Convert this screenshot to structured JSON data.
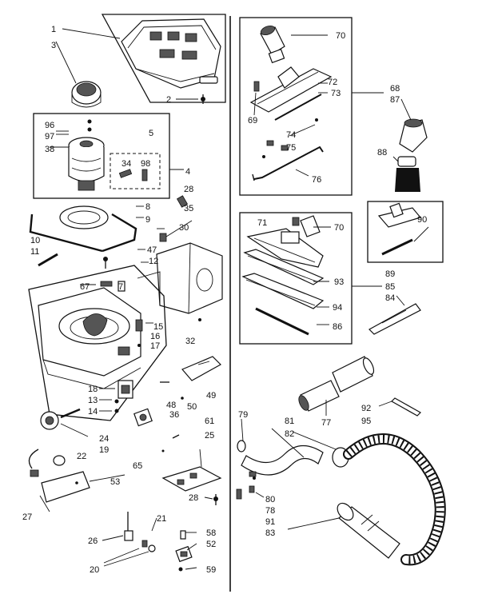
{
  "callouts": [
    {
      "id": "c1",
      "text": "1"
    },
    {
      "id": "c3",
      "text": "3"
    },
    {
      "id": "c2",
      "text": "2"
    },
    {
      "id": "c96",
      "text": "96"
    },
    {
      "id": "c97",
      "text": "97"
    },
    {
      "id": "c38",
      "text": "38"
    },
    {
      "id": "c5",
      "text": "5"
    },
    {
      "id": "c34",
      "text": "34"
    },
    {
      "id": "c98",
      "text": "98"
    },
    {
      "id": "c4",
      "text": "4"
    },
    {
      "id": "c28a",
      "text": "28"
    },
    {
      "id": "c8",
      "text": "8"
    },
    {
      "id": "c9",
      "text": "9"
    },
    {
      "id": "c35",
      "text": "35"
    },
    {
      "id": "c30",
      "text": "30"
    },
    {
      "id": "c10",
      "text": "10"
    },
    {
      "id": "c11",
      "text": "11"
    },
    {
      "id": "c47",
      "text": "47"
    },
    {
      "id": "c12",
      "text": "12"
    },
    {
      "id": "c67",
      "text": "67"
    },
    {
      "id": "c7",
      "text": "7"
    },
    {
      "id": "c15",
      "text": "15"
    },
    {
      "id": "c16",
      "text": "16"
    },
    {
      "id": "c17",
      "text": "17"
    },
    {
      "id": "c32",
      "text": "32"
    },
    {
      "id": "c18",
      "text": "18"
    },
    {
      "id": "c13",
      "text": "13"
    },
    {
      "id": "c14",
      "text": "14"
    },
    {
      "id": "c48",
      "text": "48"
    },
    {
      "id": "c50",
      "text": "50"
    },
    {
      "id": "c49",
      "text": "49"
    },
    {
      "id": "c36",
      "text": "36"
    },
    {
      "id": "c24",
      "text": "24"
    },
    {
      "id": "c19",
      "text": "19"
    },
    {
      "id": "c61",
      "text": "61"
    },
    {
      "id": "c25",
      "text": "25"
    },
    {
      "id": "c22",
      "text": "22"
    },
    {
      "id": "c65",
      "text": "65"
    },
    {
      "id": "c53",
      "text": "53"
    },
    {
      "id": "c27",
      "text": "27"
    },
    {
      "id": "c28b",
      "text": "28"
    },
    {
      "id": "c21",
      "text": "21"
    },
    {
      "id": "c26",
      "text": "26"
    },
    {
      "id": "c58",
      "text": "58"
    },
    {
      "id": "c52",
      "text": "52"
    },
    {
      "id": "c20",
      "text": "20"
    },
    {
      "id": "c59",
      "text": "59"
    },
    {
      "id": "c70a",
      "text": "70"
    },
    {
      "id": "c72",
      "text": "72"
    },
    {
      "id": "c73",
      "text": "73"
    },
    {
      "id": "c69",
      "text": "69"
    },
    {
      "id": "c68",
      "text": "68"
    },
    {
      "id": "c87",
      "text": "87"
    },
    {
      "id": "c74",
      "text": "74"
    },
    {
      "id": "c75",
      "text": "75"
    },
    {
      "id": "c76",
      "text": "76"
    },
    {
      "id": "c88",
      "text": "88"
    },
    {
      "id": "c71",
      "text": "71"
    },
    {
      "id": "c70b",
      "text": "70"
    },
    {
      "id": "c90",
      "text": "90"
    },
    {
      "id": "c89",
      "text": "89"
    },
    {
      "id": "c93",
      "text": "93"
    },
    {
      "id": "c85",
      "text": "85"
    },
    {
      "id": "c84",
      "text": "84"
    },
    {
      "id": "c94",
      "text": "94"
    },
    {
      "id": "c86",
      "text": "86"
    },
    {
      "id": "c77",
      "text": "77"
    },
    {
      "id": "c92",
      "text": "92"
    },
    {
      "id": "c95",
      "text": "95"
    },
    {
      "id": "c79",
      "text": "79"
    },
    {
      "id": "c81",
      "text": "81"
    },
    {
      "id": "c82",
      "text": "82"
    },
    {
      "id": "c80",
      "text": "80"
    },
    {
      "id": "c78",
      "text": "78"
    },
    {
      "id": "c91",
      "text": "91"
    },
    {
      "id": "c83",
      "text": "83"
    }
  ]
}
